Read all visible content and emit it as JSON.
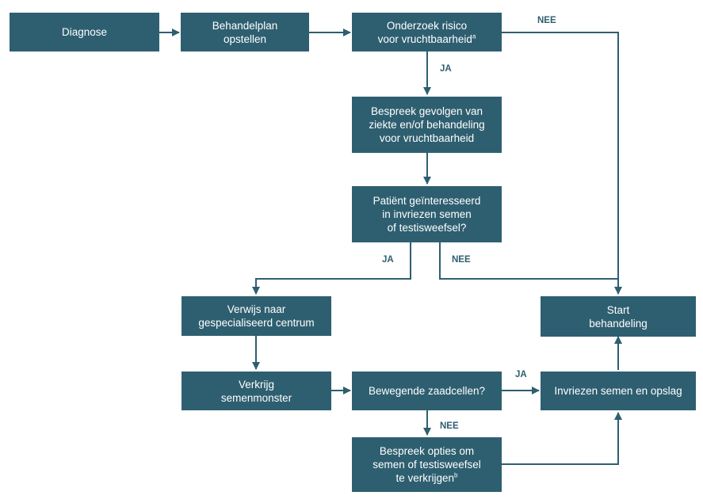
{
  "nodes": {
    "diagnose": "Diagnose",
    "behandelplan": "Behandelplan\nopstellen",
    "onderzoek": "Onderzoek risico\nvoor vruchtbaarheid",
    "onderzoek_sup": "a",
    "bespreek_gevolgen": "Bespreek gevolgen van\nziekte en/of behandeling\nvoor vruchtbaarheid",
    "patient": "Patiënt geïnteresseerd\nin invriezen semen\nof testisweefsel?",
    "verwijs": "Verwijs naar\ngespecialiseerd centrum",
    "start": "Start\nbehandeling",
    "verkrijg": "Verkrijg\nsemenmonster",
    "bewegende": "Bewegende zaadcellen?",
    "invriezen": "Invriezen semen en opslag",
    "bespreek_opties": "Bespreek opties om\nsemen of testisweefsel\nte verkrijgen",
    "bespreek_opties_sup": "b"
  },
  "edge_labels": {
    "nee_top": "NEE",
    "ja_onderzoek": "JA",
    "ja_patient": "JA",
    "nee_patient": "NEE",
    "ja_bewegende": "JA",
    "nee_bewegende": "NEE"
  },
  "colors": {
    "box": "#2e5f70",
    "line": "#2e5f70"
  }
}
